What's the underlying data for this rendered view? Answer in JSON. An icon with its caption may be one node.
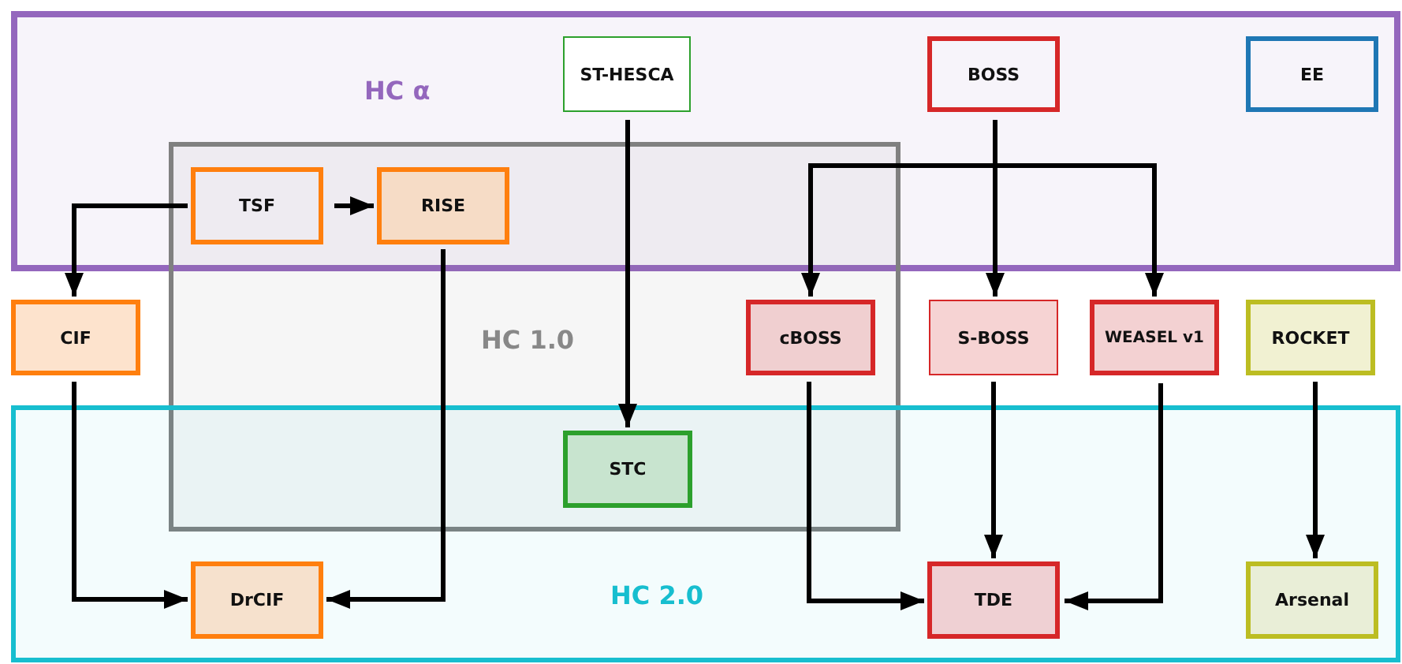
{
  "diagram": {
    "nodes": [
      {
        "text": [
          "HC α"
        ]
      },
      {
        "text": [
          "ST-HESCA"
        ],
        "in": 0
      },
      {
        "text": [
          "BOSS"
        ],
        "in": 0
      },
      {
        "text": [
          "EE"
        ],
        "in": 0
      },
      {
        "text": [
          "HC 1.0"
        ]
      },
      {
        "text": [
          "TSF"
        ]
      },
      {
        "text": [
          "RISE"
        ]
      },
      {
        "text": [
          "CIF"
        ]
      },
      {
        "text": [
          "cBOSS"
        ],
        "in": 4
      },
      {
        "text": [
          "S-BOSS"
        ]
      },
      {
        "text": [
          "WEASEL v1"
        ]
      },
      {
        "text": [
          "ROCKET"
        ]
      },
      {
        "text": [
          "HC 2.0"
        ]
      },
      {
        "text": [
          "STC"
        ]
      },
      {
        "text": [
          "DrCIF"
        ],
        "in": 12
      },
      {
        "text": [
          "TDE"
        ],
        "in": 12
      },
      {
        "text": [
          "Arsenal"
        ],
        "in": 12
      }
    ],
    "edges": [
      {
        "from": 5,
        "to": 7,
        "arrow": "to"
      },
      {
        "from": 5,
        "to": 6,
        "arrow": "to"
      },
      {
        "from": 1,
        "to": 13,
        "arrow": "to"
      },
      {
        "from": 2,
        "to": 8,
        "arrow": "to"
      },
      {
        "from": 2,
        "to": 9,
        "arrow": "to"
      },
      {
        "from": 2,
        "to": 10,
        "arrow": "to"
      },
      {
        "from": 6,
        "to": 14,
        "arrow": "to"
      },
      {
        "from": 7,
        "to": 14,
        "arrow": "to"
      },
      {
        "from": 8,
        "to": 15,
        "arrow": "to"
      },
      {
        "from": 9,
        "to": 15,
        "arrow": "to"
      },
      {
        "from": 10,
        "to": 15,
        "arrow": "to"
      },
      {
        "from": 11,
        "to": 16,
        "arrow": "to"
      }
    ]
  }
}
